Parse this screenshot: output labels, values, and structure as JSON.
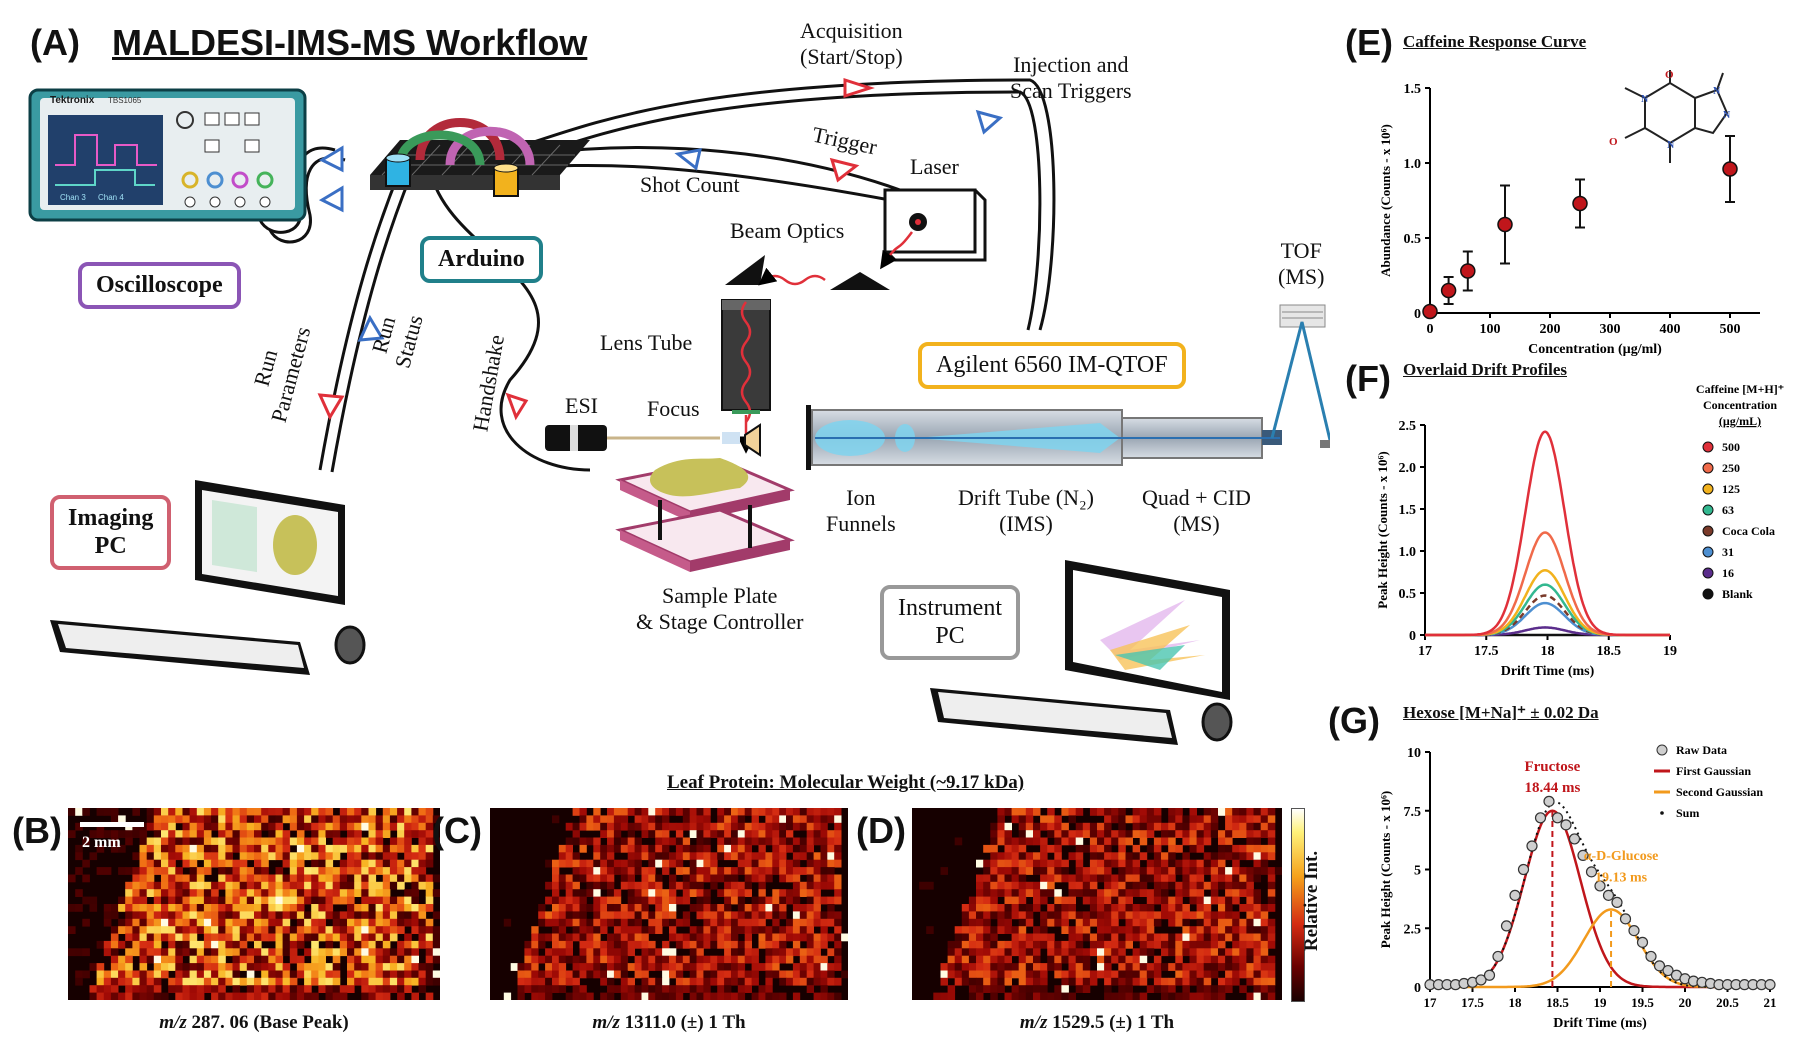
{
  "panel_a": {
    "letter": "(A)",
    "title": "MALDESI-IMS-MS Workflow",
    "scope_brand": "Tektronix",
    "scope_model": "TBS1065",
    "scope_ch1": "Chan 3",
    "scope_ch2": "Chan 4",
    "labels": {
      "oscilloscope": "Oscilloscope",
      "arduino": "Arduino",
      "imaging_pc_line1": "Imaging",
      "imaging_pc_line2": "PC",
      "instrument_pc_line1": "Instrument",
      "instrument_pc_line2": "PC",
      "agilent": "Agilent 6560 IM-QTOF",
      "acquisition_line1": "Acquisition",
      "acquisition_line2": "(Start/Stop)",
      "injection_line1": "Injection and",
      "injection_line2": "Scan Triggers",
      "trigger": "Trigger",
      "shot_count": "Shot Count",
      "laser": "Laser",
      "beam_optics": "Beam Optics",
      "lens_tube": "Lens Tube",
      "esi": "ESI",
      "focus": "Focus",
      "tof_line1": "TOF",
      "tof_line2": "(MS)",
      "ion_funnels_line1": "Ion",
      "ion_funnels_line2": "Funnels",
      "drift_tube_line1": "Drift Tube (N₂)",
      "drift_tube_line2": "(IMS)",
      "quad_line1": "Quad + CID",
      "quad_line2": "(MS)",
      "sample_line1": "Sample Plate",
      "sample_line2": "& Stage Controller",
      "run_parameters_line1": "Run",
      "run_parameters_line2": "Parameters",
      "run_status_line1": "Run",
      "run_status_line2": "Status",
      "handshake": "Handshake"
    }
  },
  "ims_panels": {
    "header": "Leaf Protein: Molecular Weight (~9.17 kDa)",
    "scale_bar": "2 mm",
    "colorbar_label": "Relative Int.",
    "panels": [
      {
        "letter": "(B)",
        "mz_prefix": "m/z",
        "caption": " 287. 06 (Base Peak)"
      },
      {
        "letter": "(C)",
        "mz_prefix": "m/z",
        "caption": " 1311.0 (±) 1 Th"
      },
      {
        "letter": "(D)",
        "mz_prefix": "m/z",
        "caption": " 1529.5  (±) 1 Th"
      }
    ]
  },
  "chart_data": [
    {
      "panel": "(E)",
      "type": "scatter",
      "title": "Caffeine Response Curve",
      "xlabel": "Concentration (µg/ml)",
      "ylabel": "Abundance (Counts - x 10⁶)",
      "xlim": [
        0,
        550
      ],
      "ylim": [
        0,
        1.5
      ],
      "xticks": [
        0,
        100,
        200,
        300,
        400,
        500
      ],
      "yticks": [
        0,
        0.5,
        1.0,
        1.5
      ],
      "ytick_labels": [
        "0",
        "0.5",
        "1.0",
        "1.5"
      ],
      "points": [
        {
          "x": 0,
          "y": 0.01,
          "err": 0.0
        },
        {
          "x": 31,
          "y": 0.15,
          "err": 0.09
        },
        {
          "x": 63,
          "y": 0.28,
          "err": 0.13
        },
        {
          "x": 125,
          "y": 0.59,
          "err": 0.26
        },
        {
          "x": 250,
          "y": 0.73,
          "err": 0.16
        },
        {
          "x": 500,
          "y": 0.96,
          "err": 0.22
        }
      ],
      "marker_color": "#c0161b"
    },
    {
      "panel": "(F)",
      "type": "line",
      "title": "Overlaid Drift Profiles",
      "xlabel": "Drift Time (ms)",
      "ylabel": "Peak Height (Counts - x 10⁶)",
      "xlim": [
        17,
        19
      ],
      "ylim": [
        0,
        2.5
      ],
      "xticks": [
        17,
        17.5,
        18,
        18.5,
        19
      ],
      "yticks": [
        0,
        0.5,
        1.0,
        1.5,
        2.0,
        2.5
      ],
      "ytick_labels": [
        "0",
        "0.5",
        "1.0",
        "1.5",
        "2.0",
        "2.5"
      ],
      "legend_title_line1": "Caffeine [M+H]⁺",
      "legend_title_line2": "Concentration",
      "legend_title_line3": "(µg/mL)",
      "legend_placement": "right",
      "center": 17.98,
      "sigma": 0.16,
      "series": [
        {
          "name": "500",
          "peak": 2.42,
          "color": "#e0303a",
          "dashed": false
        },
        {
          "name": "250",
          "peak": 1.22,
          "color": "#f06a4a",
          "dashed": false
        },
        {
          "name": "125",
          "peak": 0.77,
          "color": "#f2b21d",
          "dashed": false
        },
        {
          "name": "63",
          "peak": 0.6,
          "color": "#33b890",
          "dashed": false
        },
        {
          "name": "Coca Cola",
          "peak": 0.47,
          "color": "#7a3a2a",
          "dashed": true
        },
        {
          "name": "31",
          "peak": 0.38,
          "color": "#4d8fd1",
          "dashed": false
        },
        {
          "name": "16",
          "peak": 0.09,
          "color": "#5b2d8c",
          "dashed": false
        },
        {
          "name": "Blank",
          "peak": 0.0,
          "color": "#111111",
          "dashed": false
        }
      ]
    },
    {
      "panel": "(G)",
      "type": "line",
      "title": "Hexose [M+Na]⁺ ± 0.02 Da",
      "xlabel": "Drift Time (ms)",
      "ylabel": "Peak Height (Counts - x 10⁶)",
      "xlim": [
        17,
        21
      ],
      "ylim": [
        0,
        10
      ],
      "xticks": [
        17,
        17.5,
        18,
        18.5,
        19,
        19.5,
        20,
        20.5,
        21
      ],
      "yticks": [
        0,
        2.5,
        5,
        7.5,
        10
      ],
      "legend_placement": "top-right",
      "first_gaussian": {
        "name": "First Gaussian",
        "center": 18.44,
        "peak": 7.5,
        "sigma": 0.33,
        "color": "#c0161b"
      },
      "second_gaussian": {
        "name": "Second Gaussian",
        "center": 19.13,
        "peak": 3.3,
        "sigma": 0.32,
        "color": "#f29a1d"
      },
      "raw_label": "Raw Data",
      "sum_label": "Sum",
      "raw_x": [
        17.0,
        17.1,
        17.2,
        17.3,
        17.4,
        17.5,
        17.6,
        17.7,
        17.8,
        17.9,
        18.0,
        18.1,
        18.2,
        18.3,
        18.4,
        18.5,
        18.6,
        18.7,
        18.8,
        18.9,
        19.0,
        19.1,
        19.2,
        19.3,
        19.4,
        19.5,
        19.6,
        19.7,
        19.8,
        19.9,
        20.0,
        20.1,
        20.2,
        20.3,
        20.4,
        20.5,
        20.6,
        20.7,
        20.8,
        20.9,
        21.0
      ],
      "raw_y": [
        0.1,
        0.1,
        0.1,
        0.1,
        0.15,
        0.2,
        0.3,
        0.5,
        1.3,
        2.6,
        3.9,
        5.0,
        6.0,
        7.2,
        7.9,
        7.2,
        6.9,
        6.3,
        5.6,
        4.9,
        4.3,
        3.9,
        3.6,
        2.9,
        2.4,
        1.9,
        1.3,
        0.9,
        0.7,
        0.5,
        0.35,
        0.25,
        0.2,
        0.15,
        0.1,
        0.1,
        0.1,
        0.1,
        0.1,
        0.1,
        0.1
      ],
      "fructose_name": "Fructose",
      "fructose_time": "18.44 ms",
      "glucose_name": "α-D-Glucose",
      "glucose_time": "19.13 ms"
    }
  ]
}
